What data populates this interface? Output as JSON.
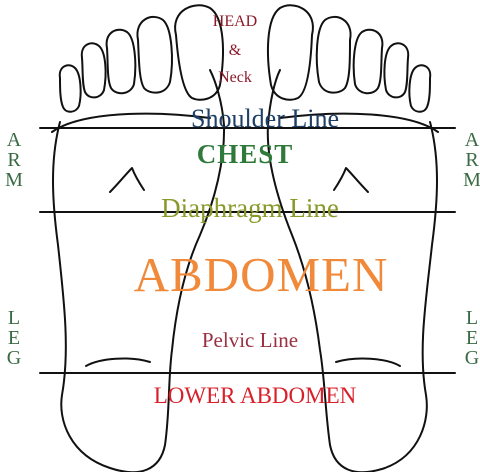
{
  "diagram": {
    "head_lines": [
      "HEAD",
      "&",
      "Neck"
    ],
    "shoulder_line": "Shoulder Line",
    "chest": "CHEST",
    "diaphragm_line": "Diaphragm Line",
    "abdomen": "ABDOMEN",
    "pelvic_line": "Pelvic Line",
    "lower_abdomen": "LOWER ABDOMEN",
    "arm_letters": [
      "A",
      "R",
      "M"
    ],
    "leg_letters": [
      "L",
      "E",
      "G"
    ]
  },
  "colors": {
    "head_neck": "#8b1a2a",
    "shoulder": "#1f3f66",
    "chest": "#2f7a3a",
    "diaphragm": "#8a9a2a",
    "abdomen": "#f08a3a",
    "pelvic": "#9a3040",
    "lower_abdomen": "#d8202a",
    "side_labels": "#3a6a44",
    "outline": "#111111"
  }
}
